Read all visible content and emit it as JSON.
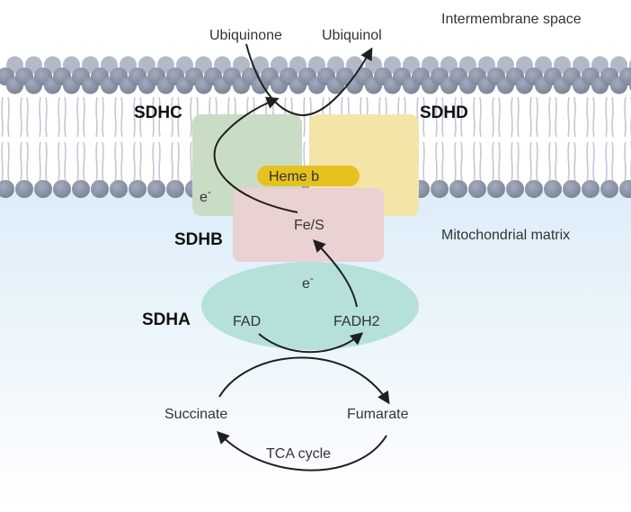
{
  "labels": {
    "intermembrane_space": "Intermembrane space",
    "mitochondrial_matrix": "Mitochondrial matrix",
    "ubiquinone": "Ubiquinone",
    "ubiquinol": "Ubiquinol",
    "heme_b": "Heme b",
    "fe_s": "Fe/S",
    "electron_upper": "e",
    "electron_lower": "e",
    "electron_sup": "-",
    "fad": "FAD",
    "fadh2": "FADH2",
    "succinate": "Succinate",
    "fumarate": "Fumarate",
    "tca_cycle": "TCA cycle"
  },
  "subunits": {
    "sdhc": "SDHC",
    "sdhd": "SDHD",
    "sdhb": "SDHB",
    "sdha": "SDHA"
  },
  "colors": {
    "sdhc": "#c9dcc4",
    "sdhd": "#f3e4a8",
    "sdhb": "#ead1d2",
    "sdha": "#b6e0dc",
    "heme_b": "#e6c11f",
    "lipid_head": "#8e95a8",
    "lipid_tail": "#c2c8d6",
    "matrix": "#e8f4fb"
  }
}
